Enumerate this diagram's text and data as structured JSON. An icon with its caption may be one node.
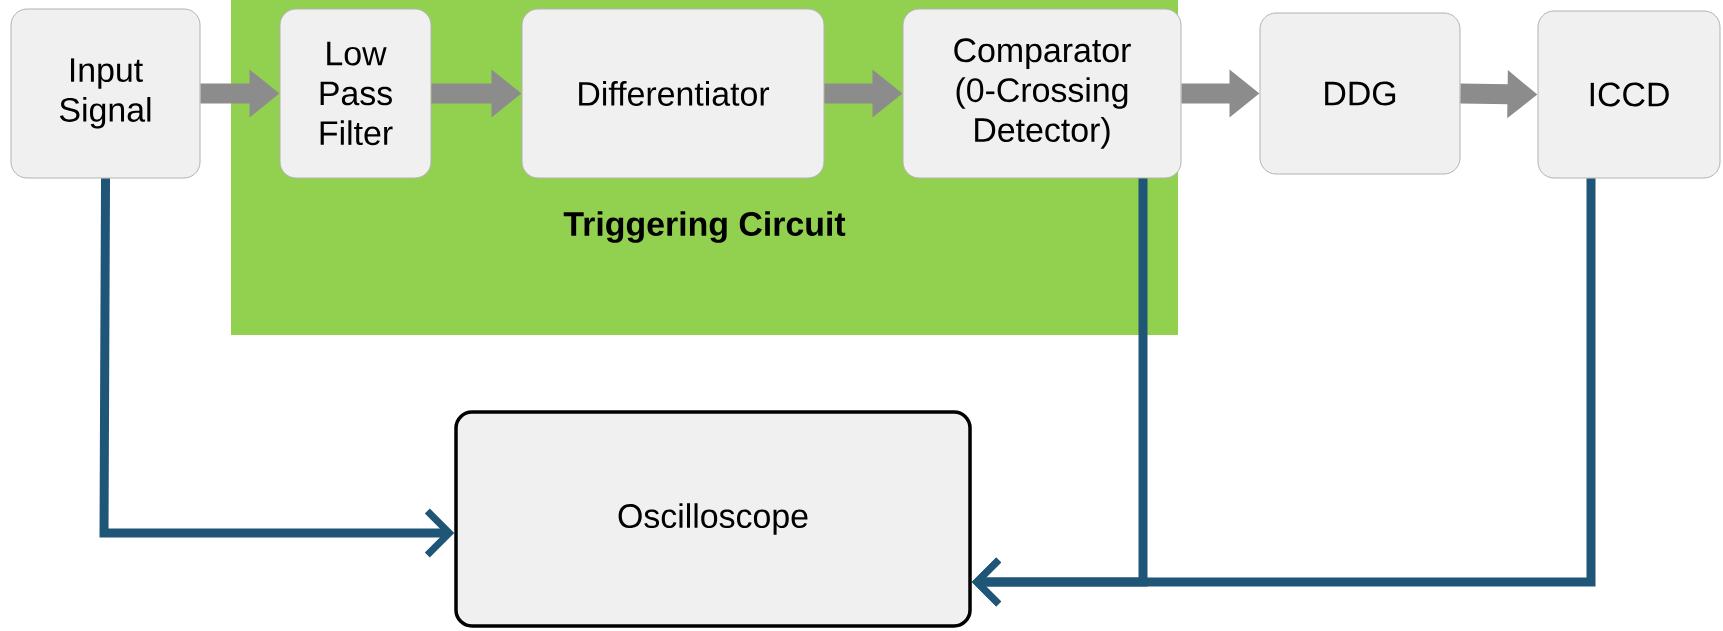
{
  "diagram": {
    "nodes": [
      {
        "text": [
          "Input Signal"
        ]
      },
      {
        "text": [
          "Triggering Circuit"
        ]
      },
      {
        "text": [
          "Low Pass Filter"
        ],
        "in": 1
      },
      {
        "text": [
          "Differentiator"
        ],
        "in": 1
      },
      {
        "text": [
          "Comparator (0-Crossing Detector)"
        ],
        "in": 1
      },
      {
        "text": [
          "DDG"
        ]
      },
      {
        "text": [
          "ICCD"
        ]
      },
      {
        "text": [
          "Oscilloscope"
        ]
      }
    ],
    "edges": [
      {
        "from": 0,
        "to": 2,
        "arrow": "to"
      },
      {
        "from": 2,
        "to": 3,
        "arrow": "to"
      },
      {
        "from": 3,
        "to": 4,
        "arrow": "to"
      },
      {
        "from": 4,
        "to": 5,
        "arrow": "to"
      },
      {
        "from": 5,
        "to": 6,
        "arrow": "to"
      },
      {
        "from": 0,
        "to": 7,
        "arrow": "to",
        "color": "#1f5577"
      },
      {
        "from": 4,
        "to": 7,
        "arrow": "to",
        "color": "#1f5577"
      },
      {
        "from": 6,
        "to": 7,
        "arrow": "to",
        "color": "#1f5577"
      }
    ]
  }
}
